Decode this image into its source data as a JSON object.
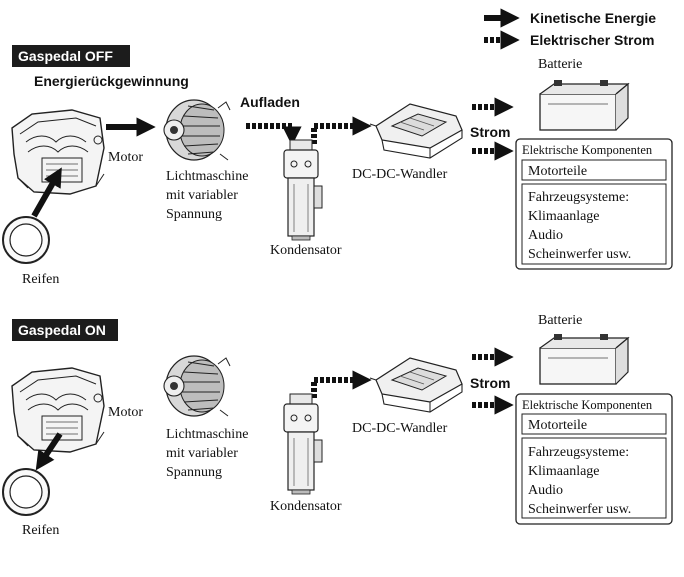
{
  "legend": {
    "kinetic": "Kinetische Energie",
    "electric": "Elektrischer Strom"
  },
  "section_off": {
    "title": "Gaspedal OFF",
    "subtitle": "Energierückgewinnung",
    "charge_label": "Aufladen",
    "motor": "Motor",
    "tire": "Reifen",
    "alternator_line1": "Lichtmaschine",
    "alternator_line2": "mit variabler",
    "alternator_line3": "Spannung",
    "capacitor": "Kondensator",
    "converter": "DC-DC-Wandler",
    "strom": "Strom",
    "battery": "Batterie",
    "components_title": "Elektrische Komponenten",
    "engine_parts": "Motorteile",
    "systems": [
      "Fahrzeugsysteme:",
      "Klimaanlage",
      "Audio",
      "Scheinwerfer usw."
    ]
  },
  "section_on": {
    "title": "Gaspedal ON",
    "motor": "Motor",
    "tire": "Reifen",
    "alternator_line1": "Lichtmaschine",
    "alternator_line2": "mit variabler",
    "alternator_line3": "Spannung",
    "capacitor": "Kondensator",
    "converter": "DC-DC-Wandler",
    "strom": "Strom",
    "battery": "Batterie",
    "components_title": "Elektrische Komponenten",
    "engine_parts": "Motorteile",
    "systems": [
      "Fahrzeugsysteme:",
      "Klimaanlage",
      "Audio",
      "Scheinwerfer usw."
    ]
  }
}
